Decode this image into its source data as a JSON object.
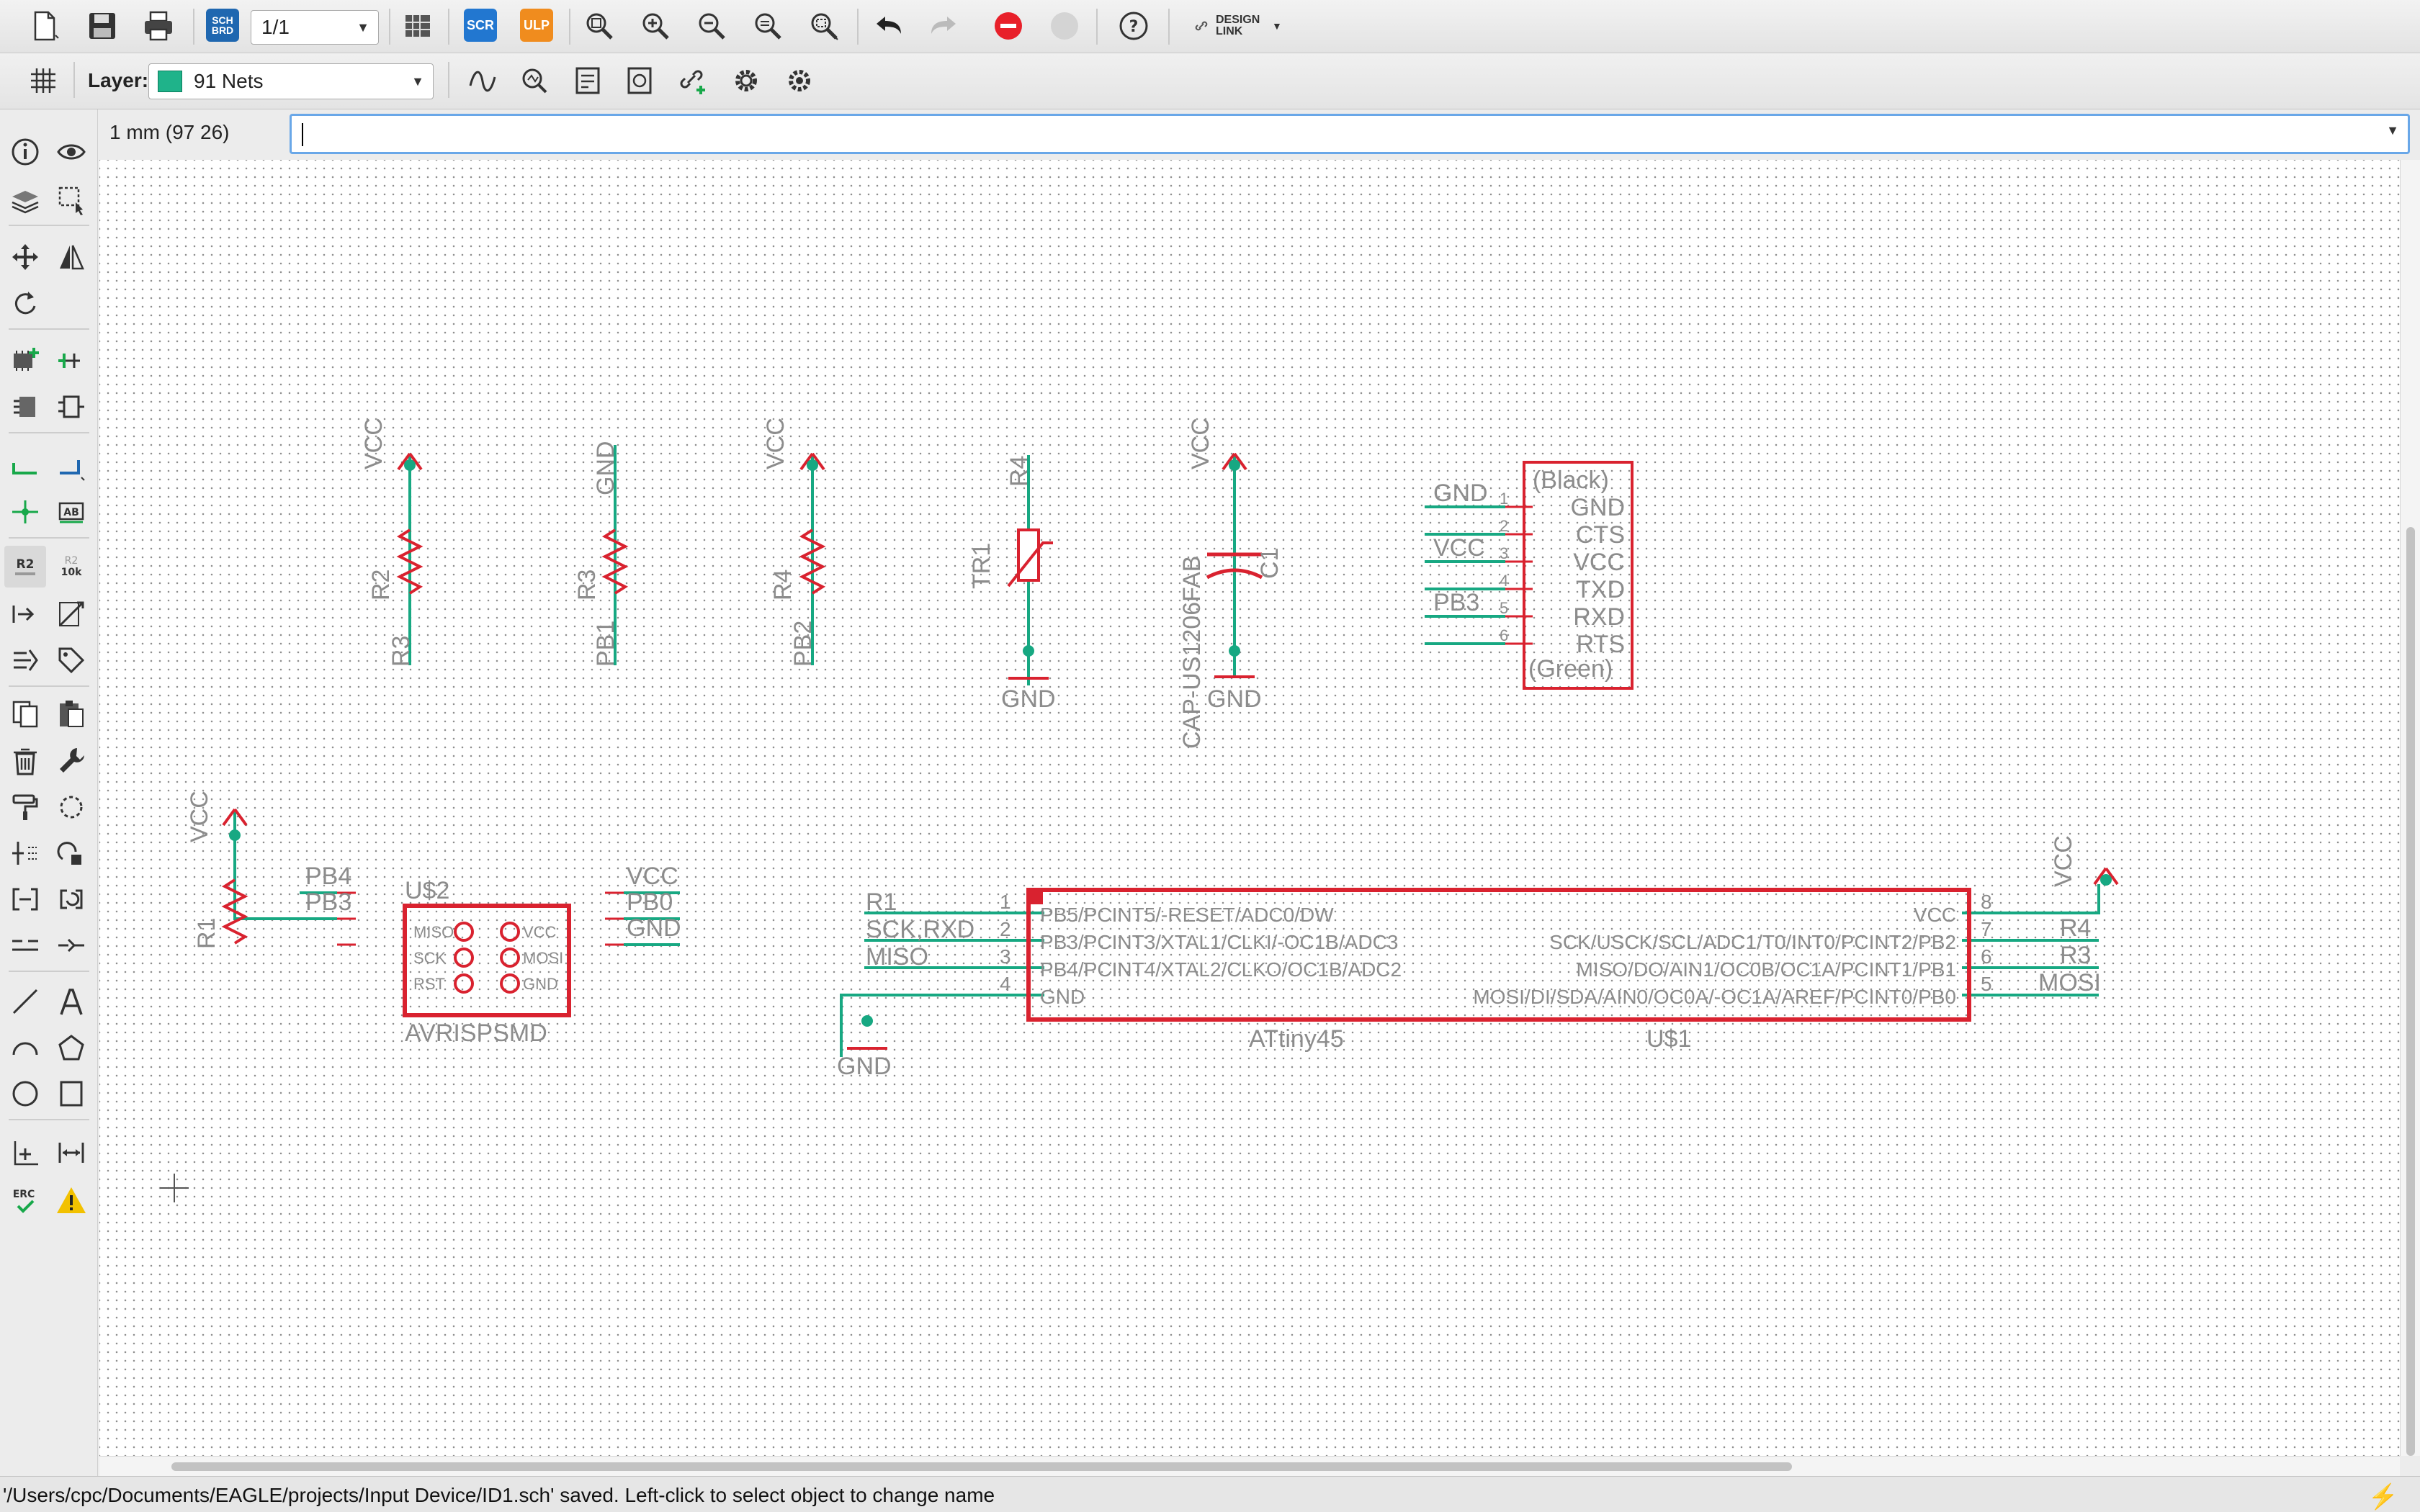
{
  "toolbar": {
    "sheet": "1/1",
    "sch_brd_badge": "SCH\nBRD",
    "scr_badge": "SCR",
    "ulp_badge": "ULP",
    "design_link": "DESIGN LINK",
    "colors": {
      "stop": "#e8202a",
      "scr": "#2277d0",
      "ulp": "#f08c1e",
      "schbrd": "#1f67b0"
    }
  },
  "layerbar": {
    "label": "Layer:",
    "layer": "91 Nets",
    "layer_color": "#1fb38a"
  },
  "coordinate": "1 mm (97 26)",
  "command_line": {
    "value": ""
  },
  "palette": {
    "value_tool_a": "R2",
    "value_tool_b": "R2",
    "value_tool_b_sub": "10k",
    "label_tool": "AB",
    "erc": "ERC"
  },
  "schematic": {
    "colors": {
      "net": "#17a882",
      "part": "#d9222f",
      "text": "#8c8c8c",
      "junction": "#17a882"
    },
    "labels": {
      "vcc1": "VCC",
      "r2": "R2",
      "r3_bottom": "R3",
      "gnd1": "GND",
      "r3": "R3",
      "pb1": "PB1",
      "vcc2": "VCC",
      "r4": "R4",
      "pb2": "PB2",
      "tr1": "TR1",
      "tr1_r4": "R4",
      "gnd_tr": "GND",
      "vcc3": "VCC",
      "c1": "C1",
      "cap_val": "CAP-US1206FAB",
      "gnd_c": "GND",
      "ftdi_black": "(Black)",
      "ftdi_green": "(Green)",
      "ftdi_net_gnd": "GND",
      "ftdi_net_vcc": "VCC",
      "ftdi_net_pb3": "PB3",
      "ftdi_pins": [
        "GND",
        "CTS",
        "VCC",
        "TXD",
        "RXD",
        "RTS"
      ],
      "ftdi_nums": [
        "1",
        "2",
        "3",
        "4",
        "5",
        "6"
      ],
      "vcc_r1": "VCC",
      "r1": "R1",
      "isp_name": "U$2",
      "isp_value": "AVRISPSMD",
      "isp_pb4": "PB4",
      "isp_pb3": "PB3",
      "isp_vcc": "VCC",
      "isp_pb0": "PB0",
      "isp_gnd": "GND",
      "isp_pins_left": [
        "MISO",
        "SCK",
        "RST"
      ],
      "isp_pins_right": [
        "VCC",
        "MOSI",
        "GND"
      ],
      "ic_net_r1": "R1",
      "ic_net_sck": "SCK,RXD",
      "ic_net_miso": "MISO",
      "ic_gnd": "GND",
      "ic_pins_left": [
        "PB5/PCINT5/-RESET/ADC0/DW",
        "PB3/PCINT3/XTAL1/CLKI/-OC1B/ADC3",
        "PB4/PCINT4/XTAL2/CLKO/OC1B/ADC2",
        "GND"
      ],
      "ic_nums_left": [
        "1",
        "2",
        "3",
        "4"
      ],
      "ic_pins_right": [
        "VCC",
        "SCK/USCK/SCL/ADC1/T0/INT0/PCINT2/PB2",
        "MISO/DO/AIN1/OC0B/OC1A/PCINT1/PB1",
        "MOSI/DI/SDA/AIN0/OC0A/-OC1A/AREF/PCINT0/PB0"
      ],
      "ic_nums_right": [
        "8",
        "7",
        "6",
        "5"
      ],
      "ic_value": "ATtiny45",
      "ic_name": "U$1",
      "ic_vcc": "VCC",
      "ic_r4": "R4",
      "ic_r3": "R3",
      "ic_mosi": "MOSI"
    }
  },
  "status": {
    "message": "'/Users/cpc/Documents/EAGLE/projects/Input Device/ID1.sch' saved. Left-click to select object to change name"
  }
}
